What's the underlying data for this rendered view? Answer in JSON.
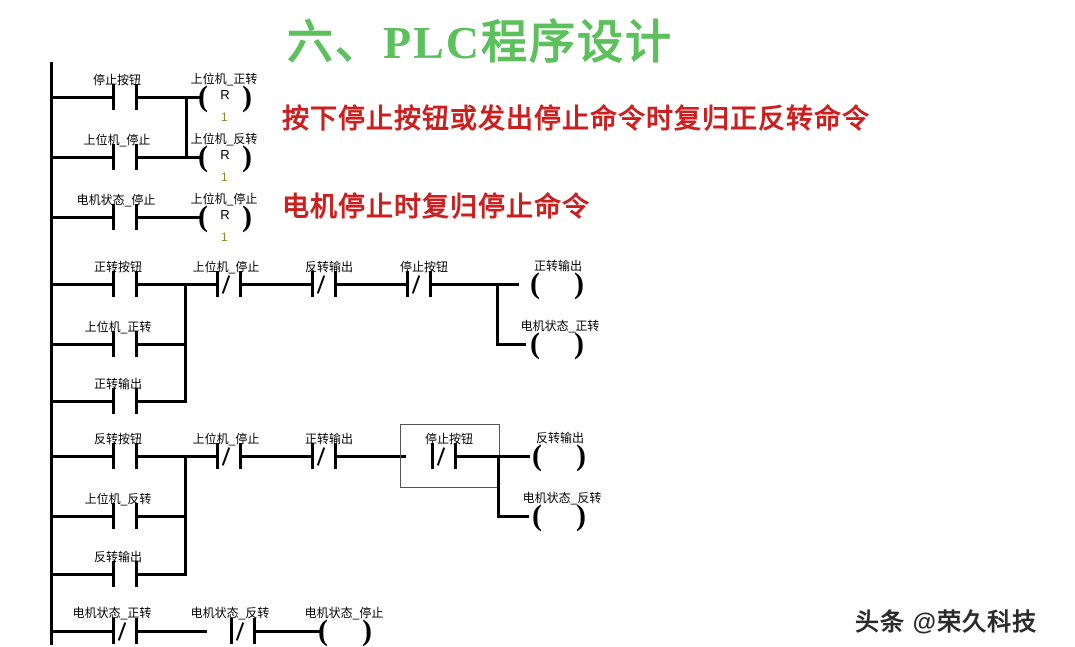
{
  "page": {
    "title": "六、PLC程序设计",
    "title_color": "#5cc05c",
    "annotation_color": "#cc2020",
    "background": "#ffffff"
  },
  "annotations": [
    {
      "text": "按下停止按钮或发出停止命令时复归正反转命令"
    },
    {
      "text": "电机停止时复归停止命令"
    }
  ],
  "watermark": {
    "text": "头条 @荣久科技"
  },
  "ladder": {
    "coil_reset_letter": "R",
    "reset_index_label": "1",
    "rungs": [
      {
        "id": "rung-1",
        "contacts": [
          {
            "label": "停止按钮",
            "type": "NO"
          }
        ],
        "coils": [
          {
            "label": "上位机_正转",
            "type": "RESET",
            "index": "1"
          }
        ]
      },
      {
        "id": "rung-2",
        "contacts": [
          {
            "label": "上位机_停止",
            "type": "NO"
          }
        ],
        "coils": [
          {
            "label": "上位机_反转",
            "type": "RESET",
            "index": "1"
          }
        ]
      },
      {
        "id": "rung-3",
        "contacts": [
          {
            "label": "电机状态_停止",
            "type": "NO"
          }
        ],
        "coils": [
          {
            "label": "上位机_停止",
            "type": "RESET",
            "index": "1"
          }
        ]
      },
      {
        "id": "rung-4",
        "branch_contacts": [
          {
            "label": "正转按钮",
            "type": "NO"
          },
          {
            "label": "上位机_正转",
            "type": "NO"
          },
          {
            "label": "正转输出",
            "type": "NO"
          }
        ],
        "series_contacts": [
          {
            "label": "上位机_停止",
            "type": "NC"
          },
          {
            "label": "反转输出",
            "type": "NC"
          },
          {
            "label": "停止按钮",
            "type": "NC"
          }
        ],
        "coils": [
          {
            "label": "正转输出",
            "type": "OUT"
          },
          {
            "label": "电机状态_正转",
            "type": "OUT"
          }
        ]
      },
      {
        "id": "rung-5",
        "branch_contacts": [
          {
            "label": "反转按钮",
            "type": "NO"
          },
          {
            "label": "上位机_反转",
            "type": "NO"
          },
          {
            "label": "反转输出",
            "type": "NO"
          }
        ],
        "series_contacts": [
          {
            "label": "上位机_停止",
            "type": "NC"
          },
          {
            "label": "正转输出",
            "type": "NC"
          },
          {
            "label": "停止按钮",
            "type": "NC",
            "selected": true
          }
        ],
        "coils": [
          {
            "label": "反转输出",
            "type": "OUT"
          },
          {
            "label": "电机状态_反转",
            "type": "OUT"
          }
        ]
      },
      {
        "id": "rung-6",
        "series_contacts": [
          {
            "label": "电机状态_正转",
            "type": "NC"
          },
          {
            "label": "电机状态_反转",
            "type": "NC"
          }
        ],
        "coils": [
          {
            "label": "电机状态_停止",
            "type": "OUT"
          }
        ]
      }
    ]
  }
}
